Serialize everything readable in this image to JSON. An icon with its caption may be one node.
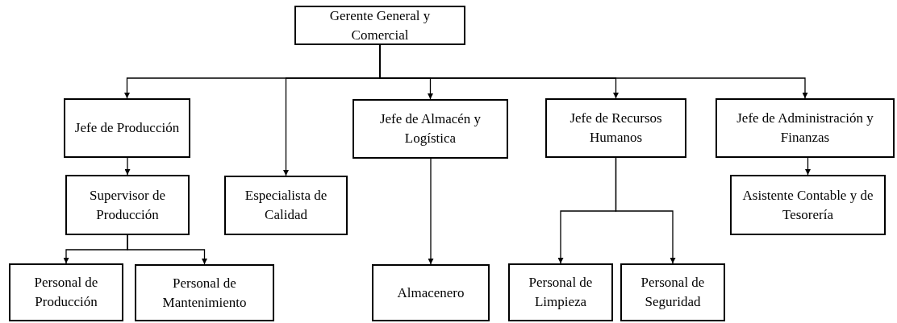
{
  "diagram": {
    "nodes": [
      {
        "text": [
          "Gerente General y Comercial"
        ]
      },
      {
        "text": [
          "Jefe de Producción"
        ]
      },
      {
        "text": [
          "Jefe de Almacén y Logística"
        ]
      },
      {
        "text": [
          "Jefe de Recursos Humanos"
        ]
      },
      {
        "text": [
          "Jefe de Administración y Finanzas"
        ]
      },
      {
        "text": [
          "Supervisor de Producción"
        ]
      },
      {
        "text": [
          "Especialista de Calidad"
        ]
      },
      {
        "text": [
          "Asistente Contable y de Tesorería"
        ]
      },
      {
        "text": [
          "Personal de Producción"
        ]
      },
      {
        "text": [
          "Personal de Mantenimiento"
        ]
      },
      {
        "text": [
          "Almacenero"
        ]
      },
      {
        "text": [
          "Personal de Limpieza"
        ]
      },
      {
        "text": [
          "Personal de Seguridad"
        ]
      }
    ],
    "edges": [
      {
        "from": 0,
        "to": 1,
        "arrow": "to"
      },
      {
        "from": 0,
        "to": 6,
        "arrow": "to"
      },
      {
        "from": 0,
        "to": 2,
        "arrow": "to"
      },
      {
        "from": 0,
        "to": 3,
        "arrow": "to"
      },
      {
        "from": 0,
        "to": 4,
        "arrow": "to"
      },
      {
        "from": 1,
        "to": 5,
        "arrow": "to"
      },
      {
        "from": 2,
        "to": 10,
        "arrow": "to"
      },
      {
        "from": 3,
        "to": 11,
        "arrow": "to"
      },
      {
        "from": 3,
        "to": 12,
        "arrow": "to"
      },
      {
        "from": 4,
        "to": 7,
        "arrow": "to"
      },
      {
        "from": 5,
        "to": 8,
        "arrow": "to"
      },
      {
        "from": 5,
        "to": 9,
        "arrow": "to"
      }
    ]
  }
}
